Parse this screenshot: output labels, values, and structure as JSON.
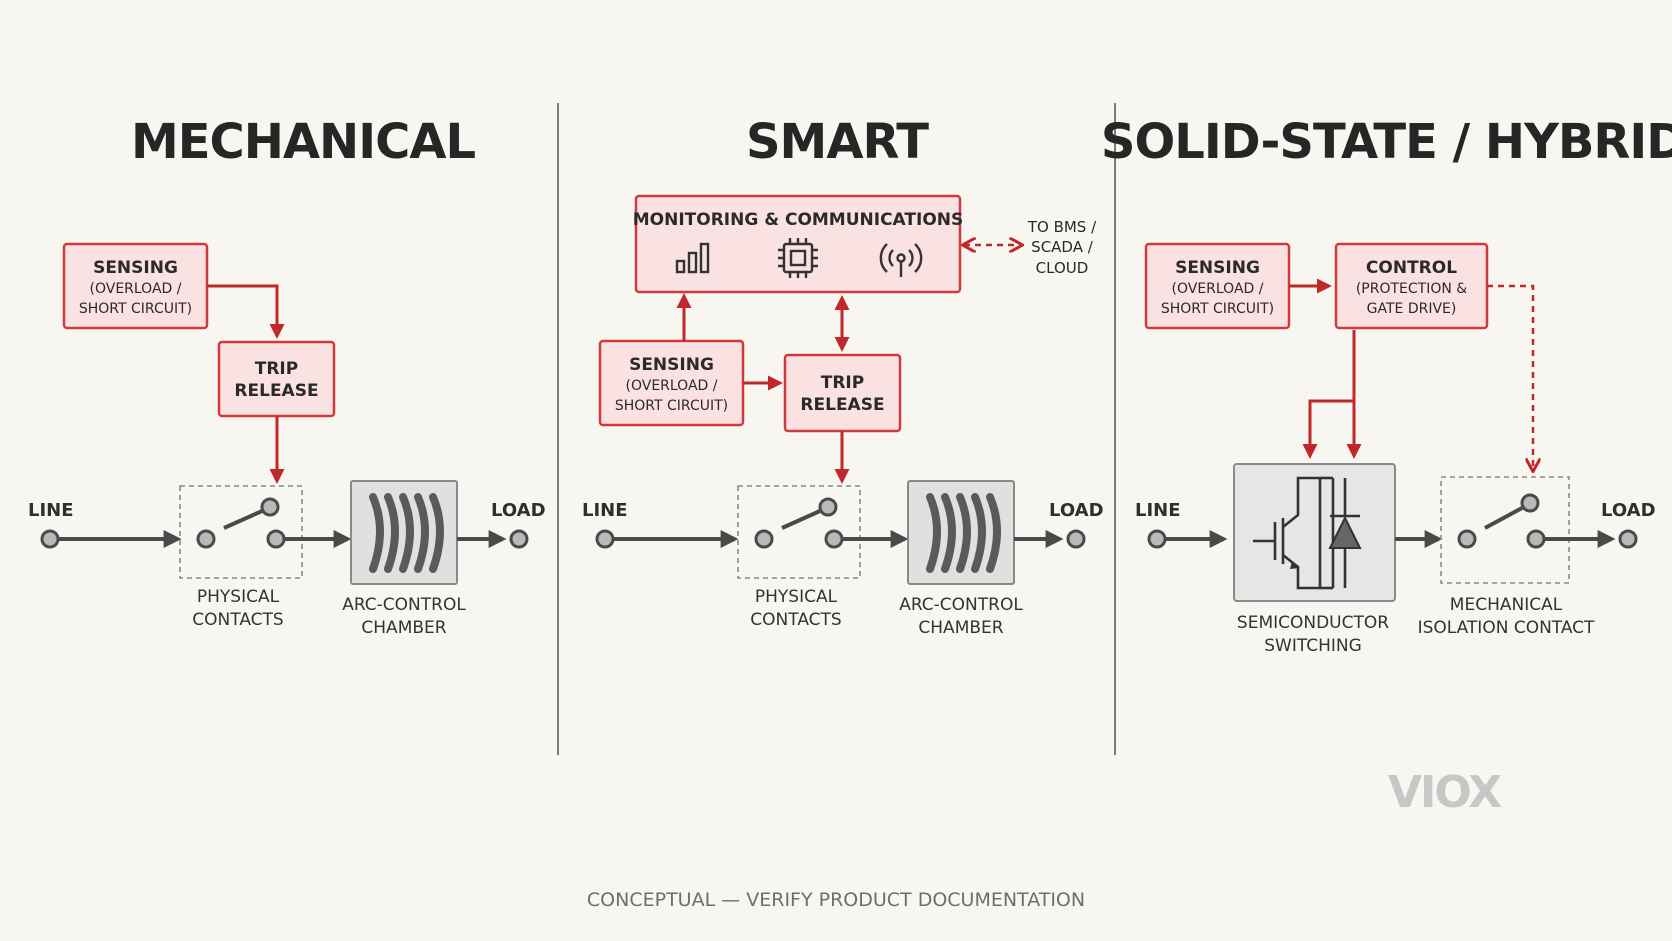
{
  "panels": {
    "mechanical": {
      "title": "MECHANICAL",
      "sensing": {
        "title": "SENSING",
        "sub1": "(OVERLOAD /",
        "sub2": "SHORT CIRCUIT)"
      },
      "trip": {
        "line1": "TRIP",
        "line2": "RELEASE"
      },
      "line_label": "LINE",
      "load_label": "LOAD",
      "contacts": {
        "line1": "PHYSICAL",
        "line2": "CONTACTS"
      },
      "chamber": {
        "line1": "ARC-CONTROL",
        "line2": "CHAMBER"
      }
    },
    "smart": {
      "title": "SMART",
      "monitoring": {
        "title": "MONITORING & COMMUNICATIONS"
      },
      "external": {
        "line1": "TO BMS /",
        "line2": "SCADA /",
        "line3": "CLOUD"
      },
      "sensing": {
        "title": "SENSING",
        "sub1": "(OVERLOAD /",
        "sub2": "SHORT CIRCUIT)"
      },
      "trip": {
        "line1": "TRIP",
        "line2": "RELEASE"
      },
      "line_label": "LINE",
      "load_label": "LOAD",
      "contacts": {
        "line1": "PHYSICAL",
        "line2": "CONTACTS"
      },
      "chamber": {
        "line1": "ARC-CONTROL",
        "line2": "CHAMBER"
      }
    },
    "hybrid": {
      "title": "SOLID-STATE / HYBRID",
      "sensing": {
        "title": "SENSING",
        "sub1": "(OVERLOAD /",
        "sub2": "SHORT CIRCUIT)"
      },
      "control": {
        "title": "CONTROL",
        "sub1": "(PROTECTION &",
        "sub2": "GATE DRIVE)"
      },
      "line_label": "LINE",
      "load_label": "LOAD",
      "semiconductor": {
        "line1": "SEMICONDUCTOR",
        "line2": "SWITCHING"
      },
      "isolation": {
        "line1": "MECHANICAL",
        "line2": "ISOLATION CONTACT"
      }
    }
  },
  "logo": "VIOX",
  "footer": "CONCEPTUAL — VERIFY PRODUCT DOCUMENTATION",
  "colors": {
    "accent": "#c0282b",
    "box_fill": "#fbe2e2",
    "background": "#f8f6f1"
  }
}
